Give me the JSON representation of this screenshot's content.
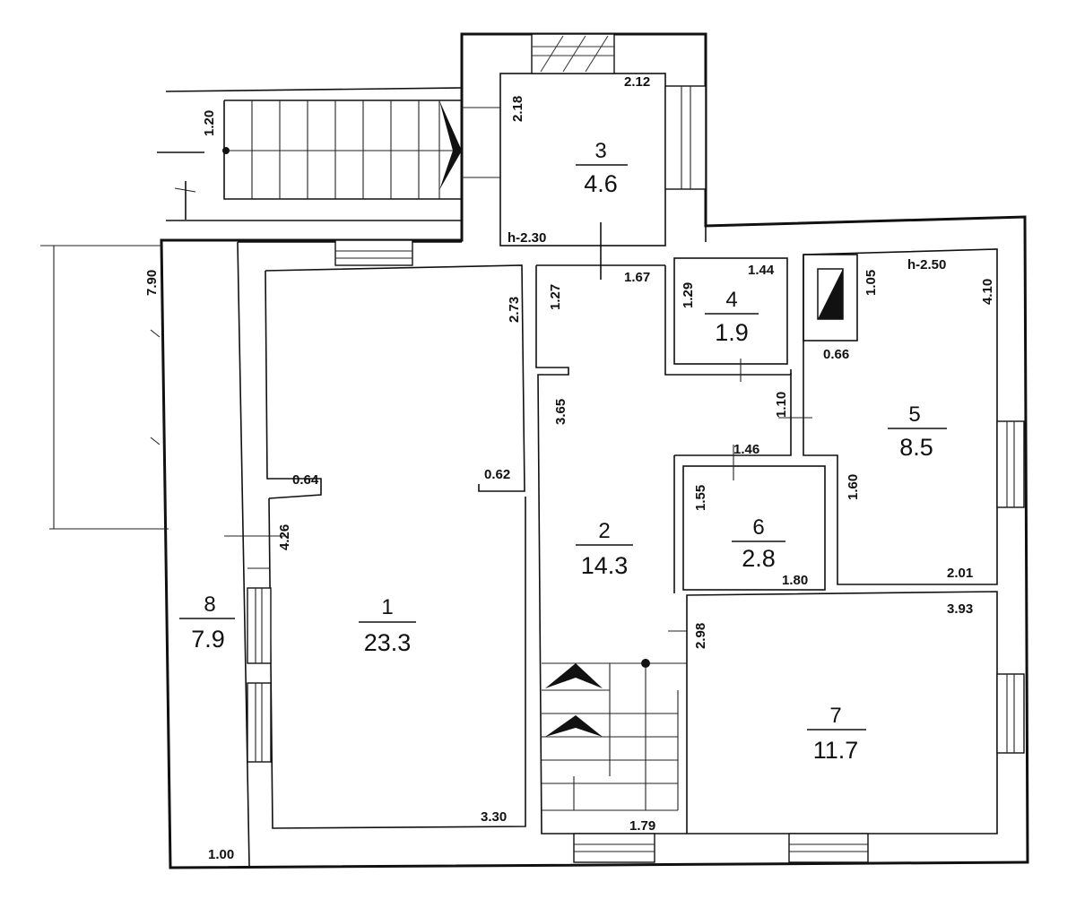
{
  "rooms": [
    {
      "id": "1",
      "area": "23.3"
    },
    {
      "id": "2",
      "area": "14.3"
    },
    {
      "id": "3",
      "area": "4.6"
    },
    {
      "id": "4",
      "area": "1.9"
    },
    {
      "id": "5",
      "area": "8.5"
    },
    {
      "id": "6",
      "area": "2.8"
    },
    {
      "id": "7",
      "area": "11.7"
    },
    {
      "id": "8",
      "area": "7.9"
    }
  ],
  "dimensions": {
    "d_1_20": "1.20",
    "d_2_18": "2.18",
    "d_2_12": "2.12",
    "d_h_2_30": "h-2.30",
    "d_7_90": "7.90",
    "d_2_73": "2.73",
    "d_1_27": "1.27",
    "d_1_67": "1.67",
    "d_1_29": "1.29",
    "d_1_44": "1.44",
    "d_1_05": "1.05",
    "d_h_2_50": "h-2.50",
    "d_4_10": "4.10",
    "d_0_66": "0.66",
    "d_3_65": "3.65",
    "d_1_10": "1.10",
    "d_1_46": "1.46",
    "d_0_64": "0.64",
    "d_0_62": "0.62",
    "d_4_26": "4.26",
    "d_1_55": "1.55",
    "d_1_60": "1.60",
    "d_1_80": "1.80",
    "d_2_01": "2.01",
    "d_2_98": "2.98",
    "d_3_93": "3.93",
    "d_3_30": "3.30",
    "d_1_79": "1.79",
    "d_1_00": "1.00"
  }
}
